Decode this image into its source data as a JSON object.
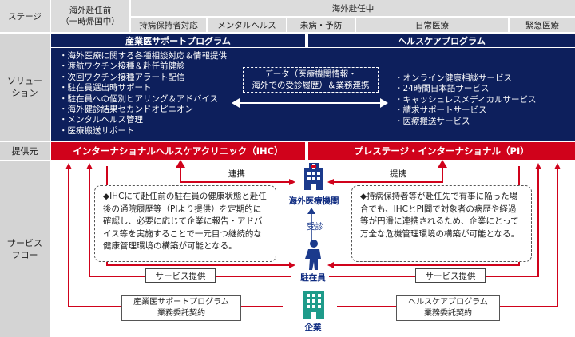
{
  "header": {
    "stage_label": "ステージ",
    "pre_departure": "海外赴任前\n（一時帰国中）",
    "during": "海外赴任中",
    "sub_columns": [
      "持病保持者対応",
      "メンタルヘルス",
      "未病・予防",
      "日常医療",
      "緊急医療"
    ]
  },
  "rows": {
    "solution": "ソリュー\nション",
    "provider": "提供元",
    "service_flow": "サービス\nフロー"
  },
  "programs": {
    "left_title": "産業医サポートプログラム",
    "right_title": "ヘルスケアプログラム",
    "left_items": [
      "海外医療に関する各種相談対応＆情報提供",
      "渡航ワクチン接種＆赴任前健診",
      "次回ワクチン接種アラート配信",
      "駐在員選出時サポート",
      "駐在員への個別ヒアリング＆アドバイス",
      "海外健診結果セカンドオピニオン",
      "メンタルヘルス管理",
      "医療搬送サポート"
    ],
    "right_items": [
      "オンライン健康相談サービス",
      "24時間日本語サービス",
      "キャッシュレスメディカルサービス",
      "請求サポートサービス",
      "医療搬送サービス"
    ],
    "data_link": "データ（医療機関情報・\n海外での受診履歴）＆業務連携"
  },
  "providers": {
    "left": "インターナショナルヘルスケアクリニック（IHC）",
    "right": "プレステージ・インターナショナル（PI）"
  },
  "flow": {
    "link_left": "連携",
    "link_right": "提携",
    "hospital": "海外医療機関",
    "consult": "受診",
    "expat": "駐在員",
    "company": "企業",
    "service_left": "サービス提供",
    "service_right": "サービス提供",
    "contract_left": "産業医サポートプログラム\n業務委託契約",
    "contract_right": "ヘルスケアプログラム\n業務委託契約",
    "desc_left": "◆IHCにて赴任前の駐在員の健康状態と赴任後の通院履歴等（PIより提供）を定期的に確認し、必要に応じて企業に報告・アドバイス等を実施することで一元目つ継続的な健康管理環境の構築が可能となる。",
    "desc_right": "◆持病保持者等が赴任先で有事に陥った場合でも、IHCとPI間で対象者の病歴や経過等が円滑に連携されるため、企業にとって万全な危機管理環境の構築が可能となる。"
  },
  "colors": {
    "navy": "#0d1f5c",
    "red": "#d0021b",
    "header_gray": "#dcdcdc",
    "icon_blue": "#1b3a8c",
    "building_teal": "#1e9b8a"
  }
}
